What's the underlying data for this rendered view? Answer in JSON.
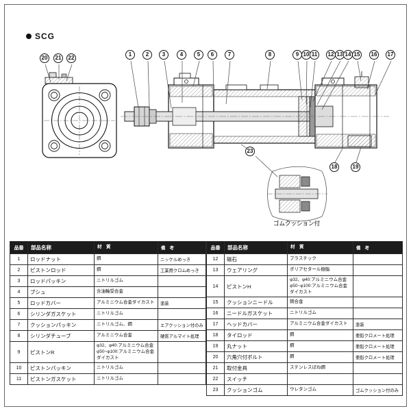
{
  "page": {
    "series_label": "SCG"
  },
  "colors": {
    "table_header_bg": "#1c1c1c",
    "line": "#111111"
  },
  "diagram": {
    "balloons": [
      "1",
      "2",
      "3",
      "4",
      "5",
      "6",
      "7",
      "8",
      "9",
      "10",
      "11",
      "12",
      "13",
      "14",
      "15",
      "16",
      "17",
      "18",
      "19",
      "20",
      "21",
      "22",
      "23"
    ],
    "detail_caption": "ゴムクッション付"
  },
  "table": {
    "headers": {
      "no": "品番",
      "name": "部品名称",
      "material": "材　質",
      "remark": "備　考"
    },
    "left_rows": [
      {
        "no": "1",
        "name": "ロッドナット",
        "material": "鋼",
        "remark": "ニッケルめっき"
      },
      {
        "no": "2",
        "name": "ピストンロッド",
        "material": "鋼",
        "remark": "工業用クロムめっき"
      },
      {
        "no": "3",
        "name": "ロッドパッキン",
        "material": "ニトリルゴム",
        "remark": ""
      },
      {
        "no": "4",
        "name": "ブシュ",
        "material": "含油軸受合金",
        "remark": ""
      },
      {
        "no": "5",
        "name": "ロッドカバー",
        "material": "アルミニウム合金ダイカスト",
        "remark": "塗装"
      },
      {
        "no": "6",
        "name": "シリンダガスケット",
        "material": "ニトリルゴム",
        "remark": ""
      },
      {
        "no": "7",
        "name": "クッションパッキン",
        "material": "ニトリルゴム、鋼",
        "remark": "エアクッション付のみ"
      },
      {
        "no": "8",
        "name": "シリンダチューブ",
        "material": "アルミニウム合金",
        "remark": "硬質アルマイト処理"
      },
      {
        "no": "9",
        "name": "ピストンR",
        "material": "φ32、φ40:アルミニウム合金\nφ50~φ100:アルミニウム合金ダイカスト",
        "remark": ""
      },
      {
        "no": "10",
        "name": "ピストンパッキン",
        "material": "ニトリルゴム",
        "remark": ""
      },
      {
        "no": "11",
        "name": "ピストンガスケット",
        "material": "ニトリルゴム",
        "remark": ""
      }
    ],
    "right_rows": [
      {
        "no": "12",
        "name": "磁石",
        "material": "プラスチック",
        "remark": ""
      },
      {
        "no": "13",
        "name": "ウェアリング",
        "material": "ポリアセタール樹脂",
        "remark": ""
      },
      {
        "no": "14",
        "name": "ピストンH",
        "material": "φ32、φ40:アルミニウム合金\nφ50~φ100:アルミニウム合金ダイカスト",
        "remark": ""
      },
      {
        "no": "15",
        "name": "クッションニードル",
        "material": "銅合金",
        "remark": ""
      },
      {
        "no": "16",
        "name": "ニードルガスケット",
        "material": "ニトリルゴム",
        "remark": ""
      },
      {
        "no": "17",
        "name": "ヘッドカバー",
        "material": "アルミニウム合金ダイカスト",
        "remark": "塗装"
      },
      {
        "no": "18",
        "name": "タイロッド",
        "material": "鋼",
        "remark": "亜鉛クロメート処理"
      },
      {
        "no": "19",
        "name": "丸ナット",
        "material": "鋼",
        "remark": "亜鉛クロメート処理"
      },
      {
        "no": "20",
        "name": "六角穴付ボルト",
        "material": "鋼",
        "remark": "亜鉛クロメート処理"
      },
      {
        "no": "21",
        "name": "取付金具",
        "material": "ステンレスばね鋼",
        "remark": ""
      },
      {
        "no": "22",
        "name": "スイッチ",
        "material": "",
        "remark": ""
      },
      {
        "no": "23",
        "name": "クッションゴム",
        "material": "ウレタンゴム",
        "remark": "ゴムクッション付のみ"
      }
    ]
  }
}
